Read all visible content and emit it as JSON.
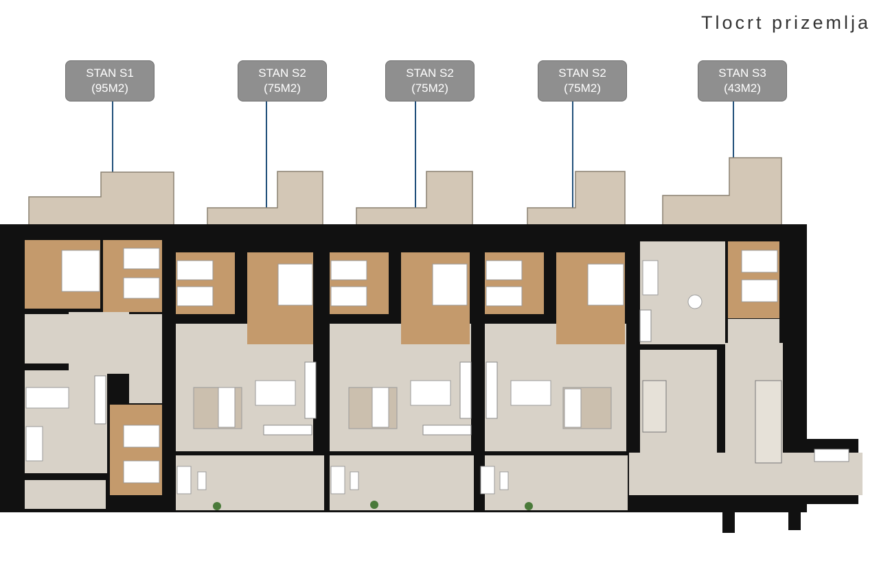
{
  "page_title": "Tlocrt prizemlja",
  "units": [
    {
      "name": "STAN S1",
      "area": "(95M2)"
    },
    {
      "name": "STAN S2",
      "area": "(75M2)"
    },
    {
      "name": "STAN S2",
      "area": "(75M2)"
    },
    {
      "name": "STAN S2",
      "area": "(75M2)"
    },
    {
      "name": "STAN S3",
      "area": "(43M2)"
    }
  ],
  "colors": {
    "wall": "#111111",
    "floor_stone": "#d8d2c8",
    "floor_wood": "#c49a6c",
    "terrace": "#d3c7b6",
    "label_box": "#8f8f8f",
    "pointer": "#1f4e79"
  }
}
